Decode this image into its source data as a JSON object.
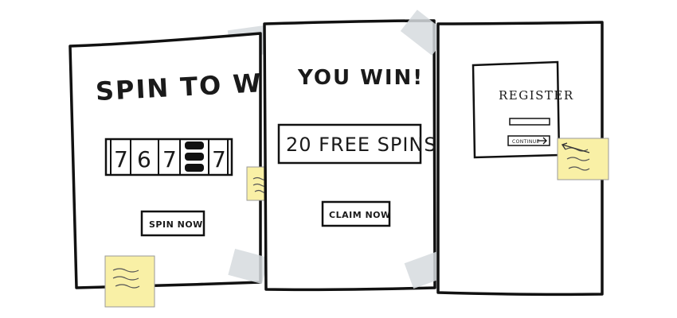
{
  "panels": {
    "spin": {
      "title": "SPIN TO WIN",
      "reels": [
        "7",
        "6",
        "7",
        "BAR",
        "7"
      ],
      "button_label": "SPIN NOW"
    },
    "win": {
      "title": "YOU WIN!",
      "prize_label": "20 FREE SPINS",
      "button_label": "CLAIM NOW"
    },
    "register": {
      "title": "REGISTER",
      "button_label": "CONTINUE"
    }
  },
  "sticky_notes": {
    "color": "#f9f0a6"
  },
  "tape": {
    "color": "#d6dade"
  }
}
